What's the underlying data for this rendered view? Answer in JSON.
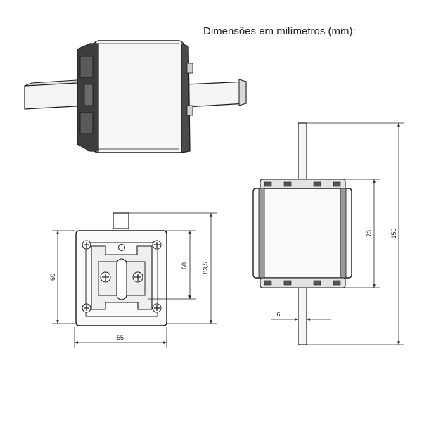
{
  "title": "Dimensões em milímetros (mm):",
  "dimensions": {
    "front_width": "55",
    "front_height": "60",
    "front_body_height": "60",
    "front_total_height": "83,5",
    "side_blade_thickness": "6",
    "side_body_height": "73",
    "side_total_length": "150"
  },
  "colors": {
    "line": "#1a1a1a",
    "dim_line": "#222222",
    "fill_light": "#f2f2f2",
    "fill_mid": "#d9d9d9",
    "fill_dark": "#3a3a3a"
  }
}
